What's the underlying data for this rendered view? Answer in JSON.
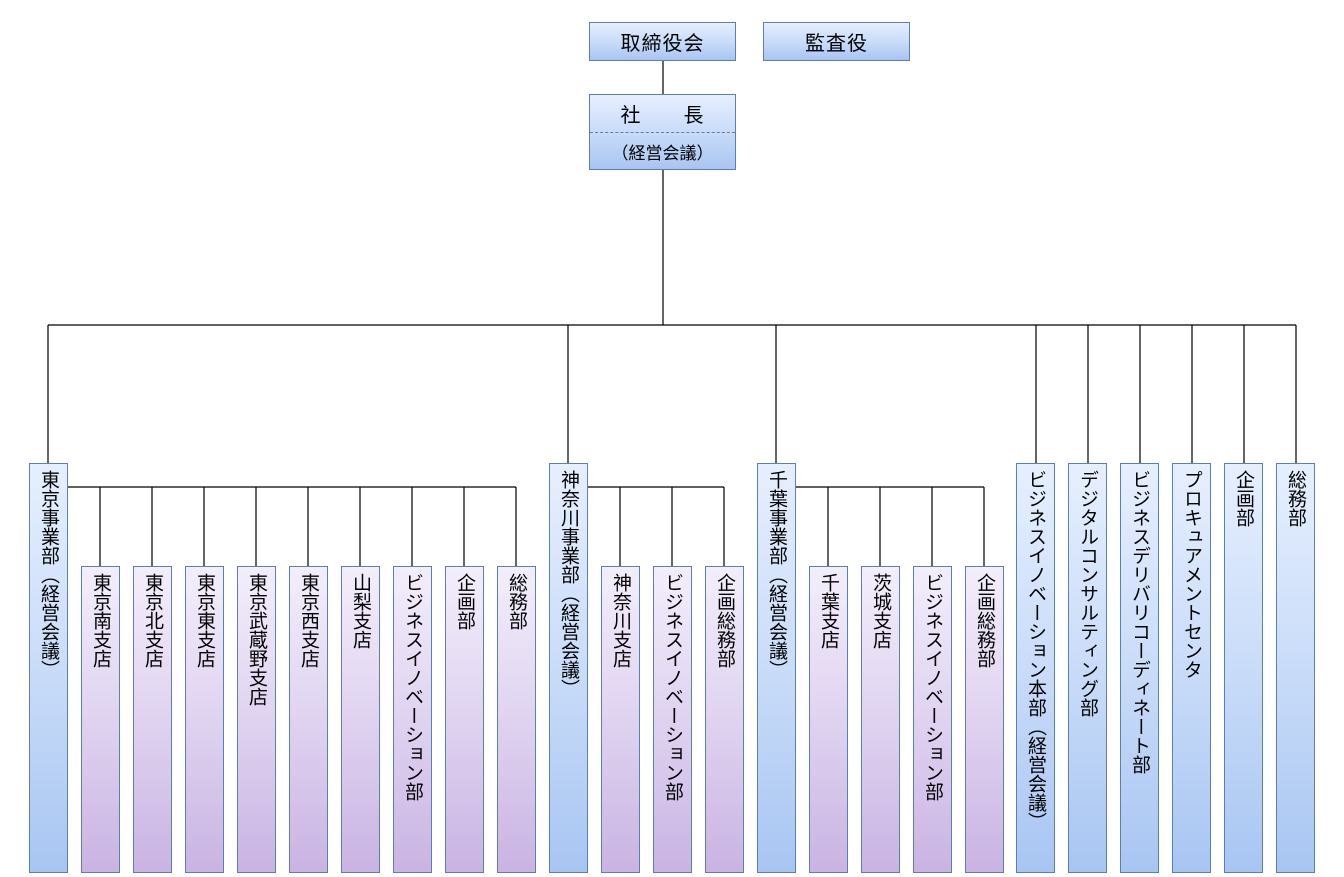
{
  "top": {
    "board": "取締役会",
    "auditor": "監査役",
    "president": "社　　長",
    "president_sub": "（経営会議）"
  },
  "tokyo": {
    "head": "東京事業部（経営会議）",
    "units": [
      "東京南支店",
      "東京北支店",
      "東京東支店",
      "東京武蔵野支店",
      "東京西支店",
      "山梨支店",
      "ビジネスイノベーション部",
      "企画部",
      "総務部"
    ]
  },
  "kanagawa": {
    "head": "神奈川事業部（経営会議）",
    "units": [
      "神奈川支店",
      "ビジネスイノベーション部",
      "企画総務部"
    ]
  },
  "chiba": {
    "head": "千葉事業部（経営会議）",
    "units": [
      "千葉支店",
      "茨城支店",
      "ビジネスイノベーション部",
      "企画総務部"
    ]
  },
  "hq_departments": [
    "ビジネスイノベーション本部（経営会議）",
    "デジタルコンサルティング部",
    "ビジネスデリバリコーディネート部",
    "プロキュアメントセンタ",
    "企画部",
    "総務部"
  ]
}
